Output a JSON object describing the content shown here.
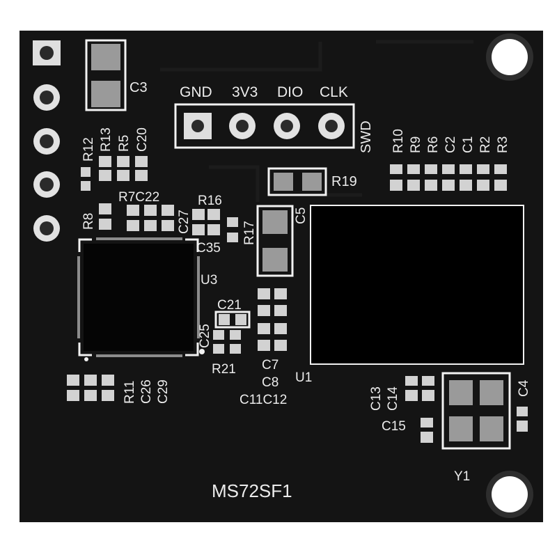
{
  "board": {
    "name": "MS72SF1",
    "colors": {
      "board": "#141414",
      "silkscreen": "#efefef",
      "pad": "#a8a8a8",
      "chip": "#000000"
    }
  },
  "swd_header": {
    "title": "SWD",
    "pins": [
      "GND",
      "3V3",
      "DIO",
      "CLK"
    ]
  },
  "labels": {
    "C3": "C3",
    "R12": "R12",
    "R13": "R13",
    "R5": "R5",
    "C20": "C20",
    "R10": "R10",
    "R9": "R9",
    "R6": "R6",
    "C2": "C2",
    "C1": "C1",
    "R2": "R2",
    "R3": "R3",
    "R19": "R19",
    "R8": "R8",
    "R7C22": "R7C22",
    "R16": "R16",
    "C27": "C27",
    "C5": "C5",
    "R17": "R17",
    "C35": "C35",
    "U3": "U3",
    "C21": "C21",
    "C25": "C25",
    "R21": "R21",
    "C7": "C7",
    "C8": "C8",
    "C11C12": "C11C12",
    "U1": "U1",
    "R11": "R11",
    "C26": "C26",
    "C29": "C29",
    "C13": "C13",
    "C14": "C14",
    "C4": "C4",
    "C15": "C15",
    "Y1": "Y1"
  }
}
